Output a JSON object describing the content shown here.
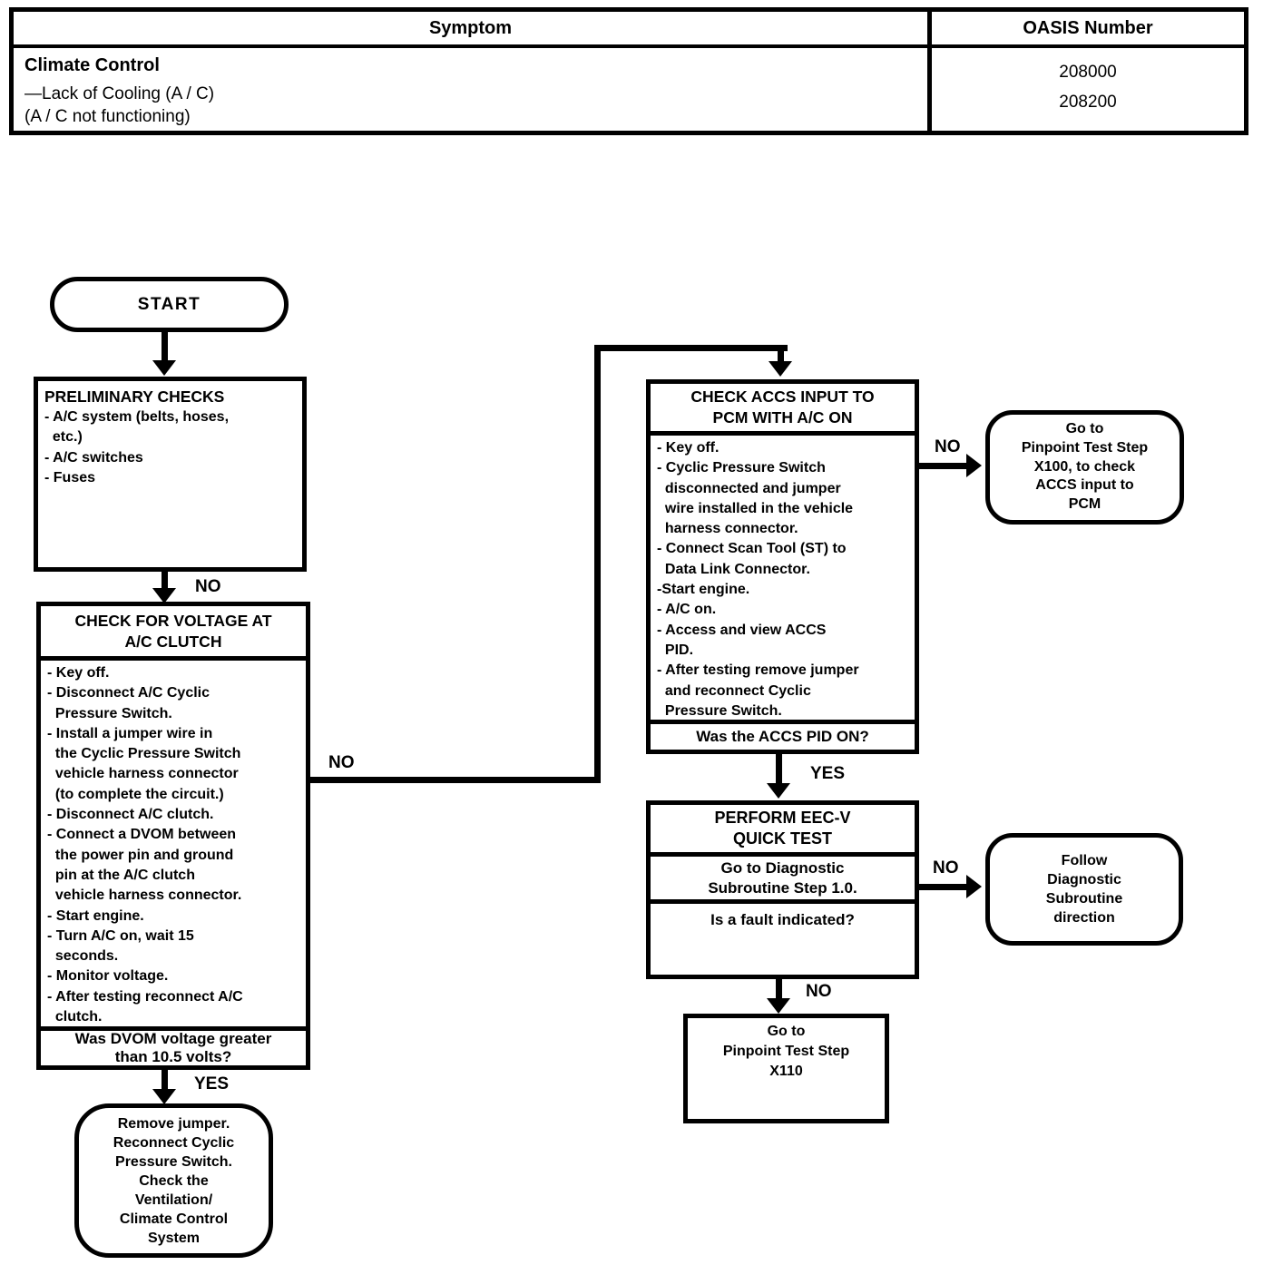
{
  "table": {
    "col1_header": "Symptom",
    "col2_header": "OASIS Number",
    "symptom": {
      "line1": "Climate Control",
      "line2": "—Lack of Cooling (A / C)",
      "line3": "(A / C not functioning)"
    },
    "oasis_numbers": [
      "208000",
      "208200"
    ]
  },
  "flow": {
    "start_label": "START",
    "prelim": {
      "title": "PRELIMINARY CHECKS",
      "body": "- A/C system (belts, hoses,\n  etc.)\n- A/C switches\n- Fuses"
    },
    "volt": {
      "title": "CHECK FOR VOLTAGE AT\nA/C CLUTCH",
      "body": "- Key off.\n- Disconnect A/C Cyclic\n  Pressure Switch.\n- Install a jumper wire in\n  the Cyclic Pressure Switch\n  vehicle harness connector\n  (to complete the circuit.)\n- Disconnect A/C clutch.\n- Connect a DVOM between\n  the power pin and ground\n  pin at the A/C clutch\n  vehicle harness connector.\n- Start engine.\n- Turn A/C on, wait 15\n  seconds.\n- Monitor voltage.\n- After testing reconnect A/C\n  clutch.",
      "question": "Was DVOM voltage greater\nthan 10.5 volts?"
    },
    "remove_jumper": {
      "text": "Remove jumper.\nReconnect Cyclic\nPressure Switch.\nCheck the\nVentilation/\nClimate Control\nSystem"
    },
    "accs": {
      "title": "CHECK ACCS INPUT TO\nPCM WITH A/C ON",
      "body": "- Key off.\n- Cyclic Pressure Switch\n  disconnected and jumper\n  wire installed in the vehicle\n  harness connector.\n- Connect Scan Tool (ST) to\n  Data Link Connector.\n-Start engine.\n- A/C on.\n- Access and view ACCS\n  PID.\n- After testing remove jumper\n  and reconnect Cyclic\n  Pressure Switch.",
      "question": "Was the ACCS PID ON?"
    },
    "x100": {
      "text": "Go to\nPinpoint Test Step\nX100, to check\nACCS input to\nPCM"
    },
    "eecv": {
      "title": "PERFORM EEC-V\nQUICK TEST",
      "step": "Go to Diagnostic\nSubroutine Step 1.0.",
      "question": "Is a fault indicated?"
    },
    "follow": {
      "text": "Follow\nDiagnostic\nSubroutine\ndirection"
    },
    "x110": {
      "text": "Go to\nPinpoint Test Step\nX110"
    },
    "labels": {
      "prelim_no": "NO",
      "volt_yes": "YES",
      "volt_no": "NO",
      "accs_yes": "YES",
      "accs_no": "NO",
      "eecv_no_down": "NO",
      "eecv_no_right": "NO"
    }
  },
  "colors": {
    "ink": "#000000",
    "paper": "#ffffff"
  }
}
